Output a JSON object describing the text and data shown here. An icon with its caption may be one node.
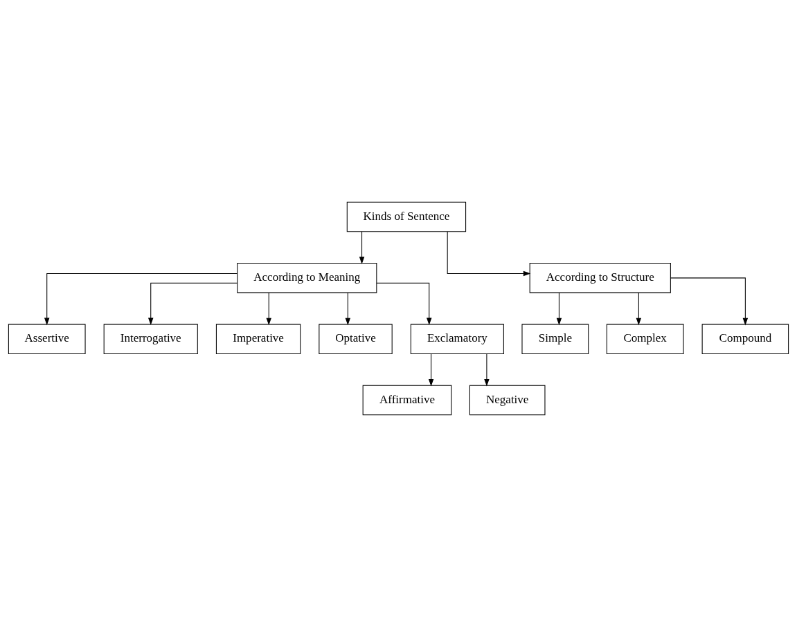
{
  "diagram": {
    "nodes": [
      {
        "text": [
          "Kinds of Sentence"
        ]
      },
      {
        "text": [
          "According to Meaning"
        ]
      },
      {
        "text": [
          "According to Structure"
        ]
      },
      {
        "text": [
          "Assertive"
        ]
      },
      {
        "text": [
          "Interrogative"
        ]
      },
      {
        "text": [
          "Imperative"
        ]
      },
      {
        "text": [
          "Optative"
        ]
      },
      {
        "text": [
          "Exclamatory"
        ]
      },
      {
        "text": [
          "Simple"
        ]
      },
      {
        "text": [
          "Complex"
        ]
      },
      {
        "text": [
          "Compound"
        ]
      },
      {
        "text": [
          "Affirmative"
        ]
      },
      {
        "text": [
          "Negative"
        ]
      }
    ],
    "edges": [
      {
        "from": 0,
        "to": 1,
        "arrow": "to"
      },
      {
        "from": 0,
        "to": 2,
        "arrow": "to"
      },
      {
        "from": 1,
        "to": 3,
        "arrow": "to"
      },
      {
        "from": 1,
        "to": 4,
        "arrow": "to"
      },
      {
        "from": 1,
        "to": 5,
        "arrow": "to"
      },
      {
        "from": 1,
        "to": 6,
        "arrow": "to"
      },
      {
        "from": 1,
        "to": 7,
        "arrow": "to"
      },
      {
        "from": 2,
        "to": 8,
        "arrow": "to"
      },
      {
        "from": 2,
        "to": 9,
        "arrow": "to"
      },
      {
        "from": 2,
        "to": 10,
        "arrow": "to"
      },
      {
        "from": 7,
        "to": 11,
        "arrow": "to"
      },
      {
        "from": 7,
        "to": 12,
        "arrow": "to"
      }
    ]
  }
}
